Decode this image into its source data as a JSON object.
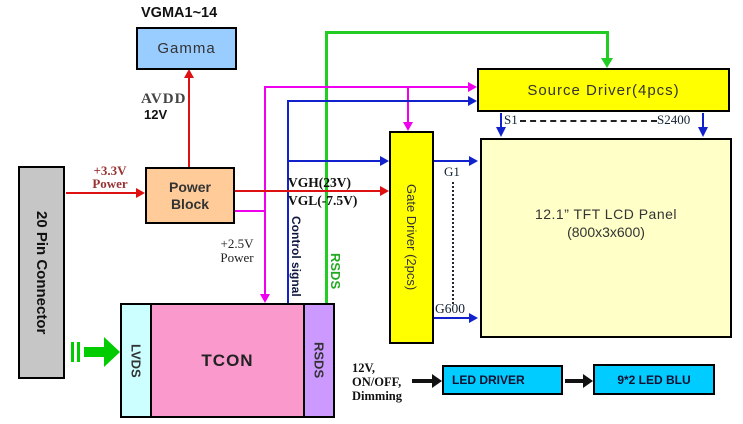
{
  "colors": {
    "gamma_fill": "#99CCFF",
    "power_block_fill": "#FFCC99",
    "driver_fill": "#FFFF00",
    "lcd_fill": "#FFFFC8",
    "tcon_fill": "#F999CC",
    "lvds_fill": "#CCFFFF",
    "rsds_fill": "#CC99FF",
    "connector_fill": "#C6C6C6",
    "led_fill": "#00CCFF",
    "line_red": "#DD1111",
    "line_magenta": "#EE00EE",
    "line_blue": "#1122CC",
    "line_green": "#22CC22",
    "line_black": "#111111"
  },
  "blocks": {
    "connector": "20 Pin Connector",
    "gamma": "Gamma",
    "power_block": "Power Block",
    "tcon_lvds": "LVDS",
    "tcon": "TCON",
    "tcon_rsds": "RSDS",
    "gate_driver": "Gate Driver (2pcs)",
    "source_driver": "Source Driver(4pcs)",
    "lcd_line1": "12.1” TFT LCD Panel",
    "lcd_line2": "(800x3x600)",
    "led_driver": "LED DRIVER",
    "led_blu": "9*2 LED BLU"
  },
  "labels": {
    "vgma": "VGMA1~14",
    "avdd": "AVDD",
    "avdd_voltage": "12V",
    "power_33": [
      "+3.3V",
      "Power"
    ],
    "power_25": [
      "+2.5V",
      "Power"
    ],
    "vgh": "VGH(23V)",
    "vgl": "VGL(-7.5V)",
    "control_signal": "Control signal",
    "rsds_signal": "RSDS",
    "gate_first": "G1",
    "gate_last": "G600",
    "source_first": "S1",
    "source_last": "S2400",
    "backlight": [
      "12V,",
      "ON/OFF,",
      "Dimming"
    ]
  }
}
